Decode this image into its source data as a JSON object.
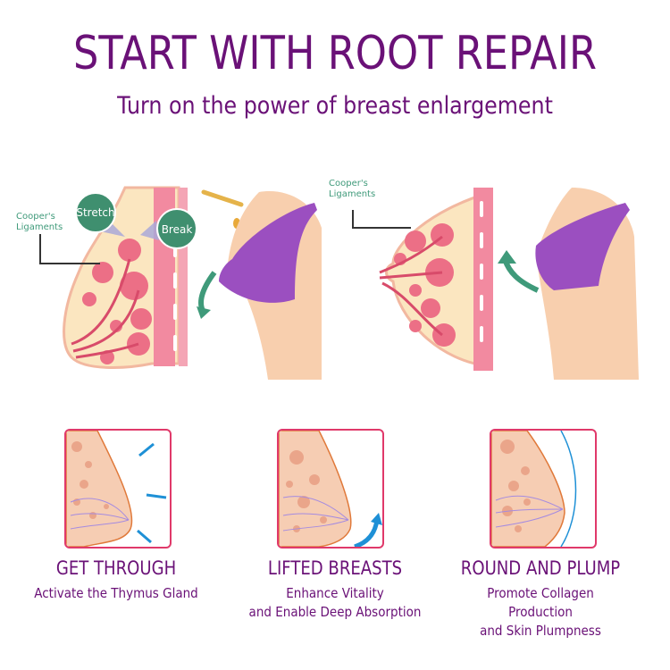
{
  "header": {
    "title": "START WITH ROOT REPAIR",
    "subtitle": "Turn on the power of breast enlargement"
  },
  "illustration": {
    "left": {
      "ligament_label_line1": "Cooper's",
      "ligament_label_line2": "Ligaments",
      "bubble_stretch": "Stretch",
      "bubble_break": "Break"
    },
    "right": {
      "ligament_label_line1": "Cooper's",
      "ligament_label_line2": "Ligaments"
    }
  },
  "benefits": [
    {
      "heading": "GET THROUGH",
      "desc": [
        "Activate the Thymus Gland"
      ]
    },
    {
      "heading": "LIFTED BREASTS",
      "desc": [
        "Enhance Vitality",
        "and Enable Deep Absorption"
      ]
    },
    {
      "heading": "ROUND AND PLUMP",
      "desc": [
        "Promote Collagen",
        "Production",
        "and Skin Plumpness"
      ]
    }
  ],
  "colors": {
    "purple_text": "#6a1177",
    "panel_border": "#e0396a",
    "bubble_green": "#3f8f6f",
    "label_green": "#3f9a7a",
    "arrow_blue": "#1e90d6",
    "bra_purple": "#9b4fc0"
  }
}
